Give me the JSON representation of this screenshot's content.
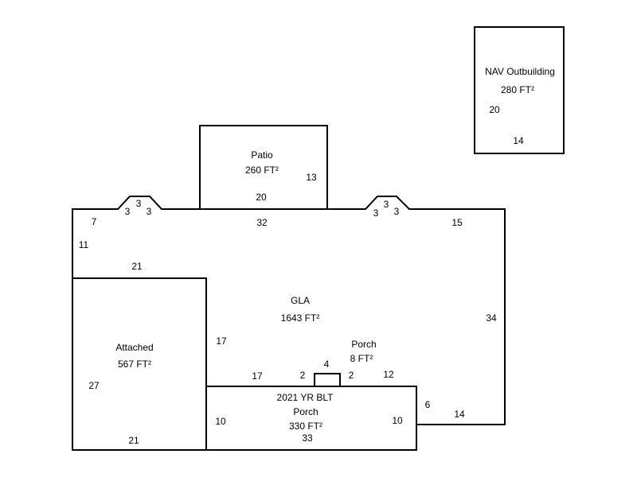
{
  "areas": {
    "gla": {
      "name": "GLA",
      "area": "1643 FT²"
    },
    "patio": {
      "name": "Patio",
      "area": "260 FT²"
    },
    "attached": {
      "name": "Attached",
      "area": "567 FT²"
    },
    "porch_small": {
      "name": "Porch",
      "area": "8 FT²"
    },
    "porch_2021": {
      "note": "2021 YR BLT",
      "name": "Porch",
      "area": "330 FT²"
    },
    "outbuilding": {
      "name": "NAV Outbuilding",
      "area": "280 FT²"
    }
  },
  "dimensions": {
    "gla_top_left": "7",
    "bay1_left": "3",
    "bay1_top": "3",
    "bay1_right": "3",
    "gla_top_mid": "32",
    "bay2_left": "3",
    "bay2_top": "3",
    "bay2_right": "3",
    "gla_top_right": "15",
    "gla_left": "11",
    "gla_right": "34",
    "gla_inner_21": "21",
    "gla_inner_17_vert": "17",
    "gla_bottom_17": "17",
    "porch_left": "2",
    "porch_top": "4",
    "porch_right": "2",
    "gla_bottom_12": "12",
    "gla_step_6": "6",
    "gla_bottom_14": "14",
    "patio_width": "20",
    "patio_depth": "13",
    "attached_height": "27",
    "attached_bottom": "21",
    "porch2021_left": "10",
    "porch2021_right": "10",
    "porch2021_bottom": "33",
    "outbuilding_depth": "20",
    "outbuilding_width": "14"
  }
}
